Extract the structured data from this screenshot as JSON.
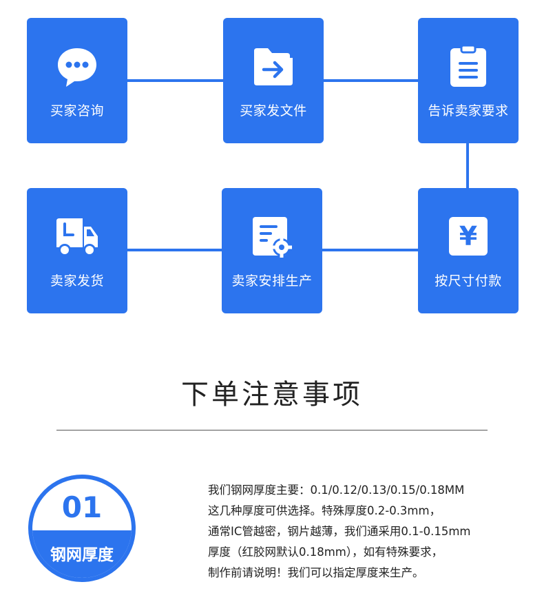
{
  "flow": {
    "steps": [
      {
        "label": "买家咨询",
        "icon": "chat-bubble-icon"
      },
      {
        "label": "买家发文件",
        "icon": "folder-arrow-icon"
      },
      {
        "label": "告诉卖家要求",
        "icon": "clipboard-icon"
      },
      {
        "label": "按尺寸付款",
        "icon": "yen-icon"
      },
      {
        "label": "卖家安排生产",
        "icon": "document-gear-icon"
      },
      {
        "label": "卖家发货",
        "icon": "delivery-truck-icon"
      }
    ],
    "yen_symbol": "¥",
    "accent": "#2c74ee"
  },
  "notice": {
    "title": "下单注意事项"
  },
  "item": {
    "number": "01",
    "label": "钢网厚度",
    "lines": [
      "我们钢网厚度主要：0.1/0.12/0.13/0.15/0.18MM",
      "这几种厚度可供选择。特殊厚度0.2-0.3mm，",
      "通常IC管越密，钢片越薄，我们通采用0.1-0.15mm",
      "厚度（红胶网默认0.18mm），如有特殊要求，",
      "制作前请说明！我们可以指定厚度来生产。"
    ]
  }
}
